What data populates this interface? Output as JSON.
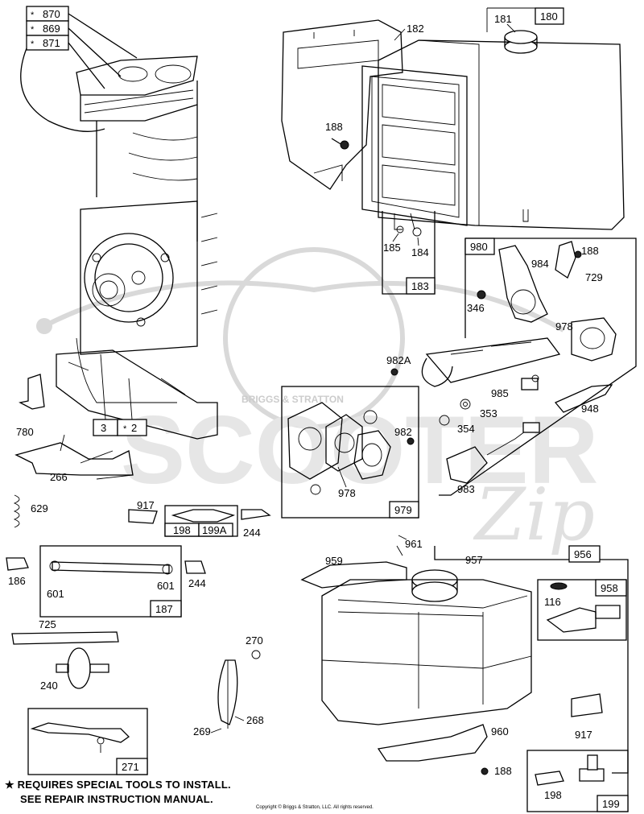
{
  "parts": {
    "p870": "870",
    "p869": "869",
    "p871": "871",
    "p180": "180",
    "p181": "181",
    "p182": "182",
    "p183": "183",
    "p184": "184",
    "p185": "185",
    "p188": "188",
    "p980": "980",
    "p984": "984",
    "p729": "729",
    "p346": "346",
    "p978": "978",
    "p982A": "982A",
    "p985": "985",
    "p948": "948",
    "p353": "353",
    "p354": "354",
    "p982": "982",
    "p983": "983",
    "p979": "979",
    "p3": "3",
    "p2": "2",
    "p780": "780",
    "p266": "266",
    "p629": "629",
    "p917": "917",
    "p198": "198",
    "p199A": "199A",
    "p244": "244",
    "p186": "186",
    "p601": "601",
    "p187": "187",
    "p725": "725",
    "p240": "240",
    "p270": "270",
    "p268": "268",
    "p269": "269",
    "p271": "271",
    "p961": "961",
    "p959": "959",
    "p956": "956",
    "p957": "957",
    "p958": "958",
    "p116": "116",
    "p960": "960",
    "p199": "199"
  },
  "star_symbol": "*",
  "note": {
    "star": "★",
    "line1": "REQUIRES SPECIAL TOOLS TO INSTALL.",
    "line2": "SEE REPAIR INSTRUCTION MANUAL."
  },
  "copyright": "Copyright © Briggs & Stratton, LLC. All rights reserved.",
  "watermark": {
    "line1": "BRIGGS & STRATTON",
    "line2": "SCOOTER",
    "line3": "Zip"
  }
}
